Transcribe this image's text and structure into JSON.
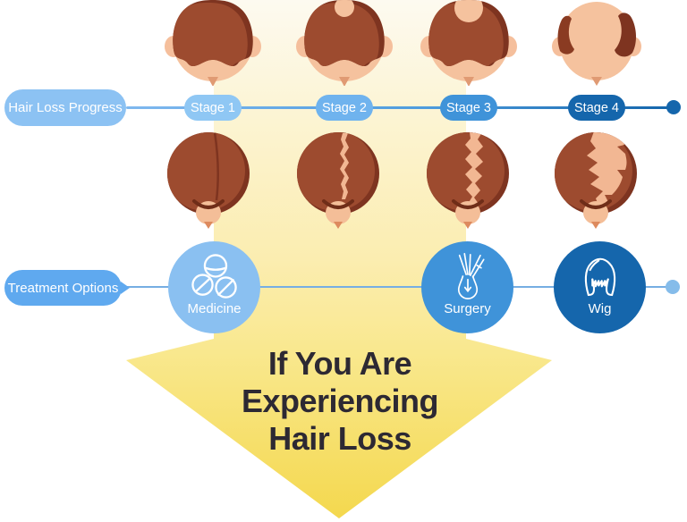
{
  "page": {
    "background": "#FFFFFF"
  },
  "progress_row": {
    "label": "Hair Loss Progress",
    "label_pill_color": "#8CC2F3",
    "line_gradient": [
      "#7FB8EF",
      "#1566AC"
    ],
    "end_dot_color": "#1566AC",
    "stages": [
      {
        "label": "Stage 1",
        "color": "#8FC7F4",
        "illustration": "full-hair-top-view"
      },
      {
        "label": "Stage 2",
        "color": "#6FB3EE",
        "illustration": "small-crown-bald-spot"
      },
      {
        "label": "Stage 3",
        "color": "#3F93D9",
        "illustration": "large-crown-bald-spot"
      },
      {
        "label": "Stage 4",
        "color": "#1566AC",
        "illustration": "mostly-bald-sides-only"
      }
    ]
  },
  "back_view_row": {
    "stages": [
      {
        "illustration": "thin-part-line"
      },
      {
        "illustration": "slightly-widened-part"
      },
      {
        "illustration": "wide-jagged-part"
      },
      {
        "illustration": "very-wide-bald-area"
      }
    ],
    "hair_color": "#9D4B2F",
    "hair_shadow_color": "#7E3420",
    "skin_color": "#F5C29E"
  },
  "treatment_row": {
    "label": "Treatment Options",
    "label_pill_color": "#5FA9EF",
    "line_color": "#76AEE3",
    "end_dot_color": "#85BCEA",
    "options": [
      {
        "label": "Medicine",
        "icon": "pills-icon",
        "color": "#8AC0F1"
      },
      {
        "label": "Surgery",
        "icon": "hair-transplant-icon",
        "color": "#3F93D9"
      },
      {
        "label": "Wig",
        "icon": "wig-icon",
        "color": "#1566AC"
      }
    ]
  },
  "arrow": {
    "text_line1": "If You Are",
    "text_line2": "Experiencing",
    "text_line3": "Hair Loss",
    "text_color": "#2D2933",
    "gradient_top": "#FDFAF0",
    "gradient_bottom": "#F4D84E"
  }
}
